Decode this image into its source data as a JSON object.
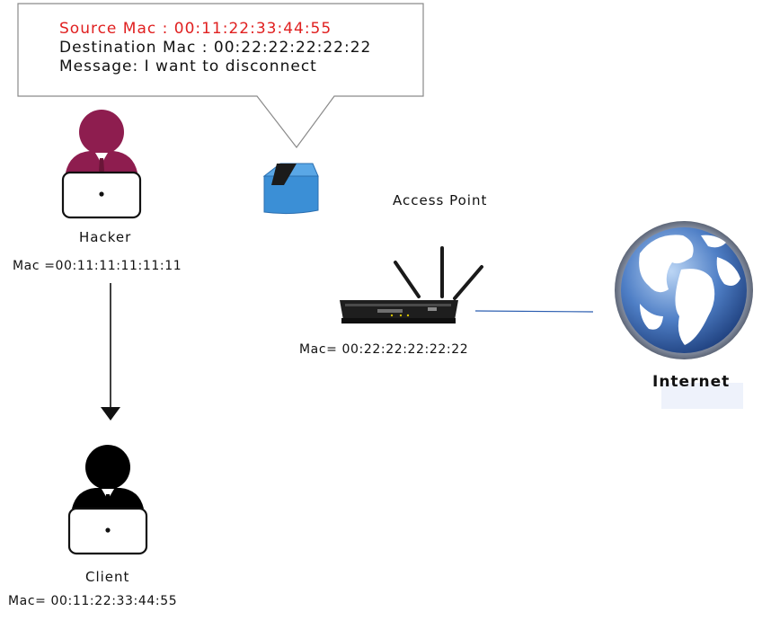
{
  "message_bubble": {
    "source_mac": "Source Mac : 00:11:22:33:44:55",
    "destination_mac": "Destination Mac : 00:22:22:22:22:22",
    "message": "Message: I want to  disconnect"
  },
  "hacker": {
    "label": "Hacker",
    "mac": "Mac =00:11:11:11:11:11"
  },
  "client": {
    "label": "Client",
    "mac": "Mac= 00:11:22:33:44:55"
  },
  "access_point": {
    "label": "Access Point",
    "mac": "Mac= 00:22:22:22:22:22"
  },
  "internet": {
    "label": "Internet"
  },
  "colors": {
    "source_mac_text": "#e02020",
    "hacker_figure": "#8e1d4f",
    "client_figure": "#000000",
    "packet": "#3b8fd6",
    "link_line": "#2a5db0",
    "globe_ocean": "#2f5fa8"
  },
  "icons": [
    "hacker-icon",
    "client-icon",
    "packet-icon",
    "router-icon",
    "globe-icon",
    "arrow-down-icon"
  ]
}
